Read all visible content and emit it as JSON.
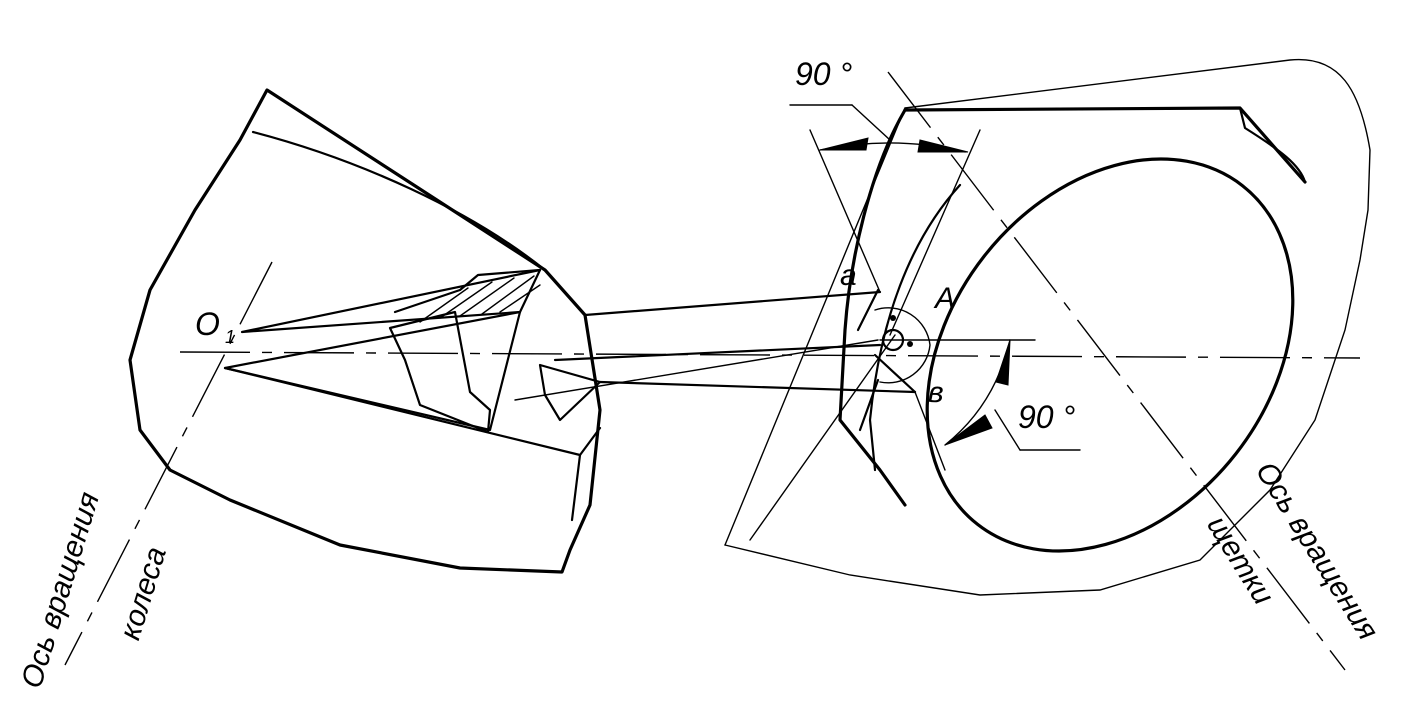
{
  "labels": {
    "angle_top": "90 °",
    "angle_bottom": "90 °",
    "point_a": "a",
    "point_A": "A",
    "point_b": "в",
    "point_o": "O",
    "point_o_sub": "1",
    "wheel_axis_line1": "Ось вращения",
    "wheel_axis_line2": "колеса",
    "brush_axis_line1": "Ось вращения",
    "brush_axis_line2": "щетки"
  }
}
